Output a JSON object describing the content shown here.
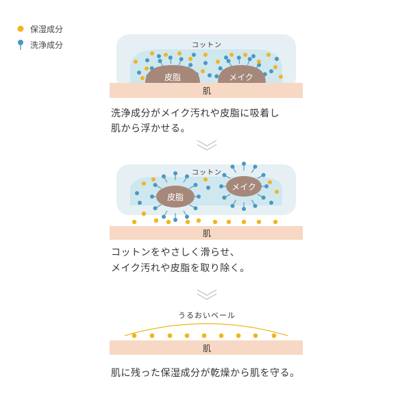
{
  "legend": {
    "moisturizing": "保湿成分",
    "cleansing": "洗浄成分"
  },
  "panel1": {
    "cotton_label": "コットン",
    "sebum_label": "皮脂",
    "makeup_label": "メイク",
    "skin_label": "肌",
    "caption_line1": "洗浄成分がメイク汚れや皮脂に吸着し",
    "caption_line2": "肌から浮かせる。"
  },
  "panel2": {
    "cotton_label": "コットン",
    "sebum_label": "皮脂",
    "makeup_label": "メイク",
    "skin_label": "肌",
    "caption_line1": "コットンをやさしく滑らせ、",
    "caption_line2": "メイク汚れや皮脂を取り除く。"
  },
  "panel3": {
    "veil_label": "うるおいベール",
    "skin_label": "肌",
    "caption": "肌に残った保湿成分が乾燥から肌を守る。"
  },
  "colors": {
    "cotton_outer": "#e6f0f4",
    "cotton_inner": "#cfe7ee",
    "cleanser_blue": "#4b97c2",
    "moisture_yellow": "#f1b51e",
    "dirt_brown": "#a6887a",
    "skin": "#f7d8c4",
    "chevron": "#b8c2c6"
  }
}
